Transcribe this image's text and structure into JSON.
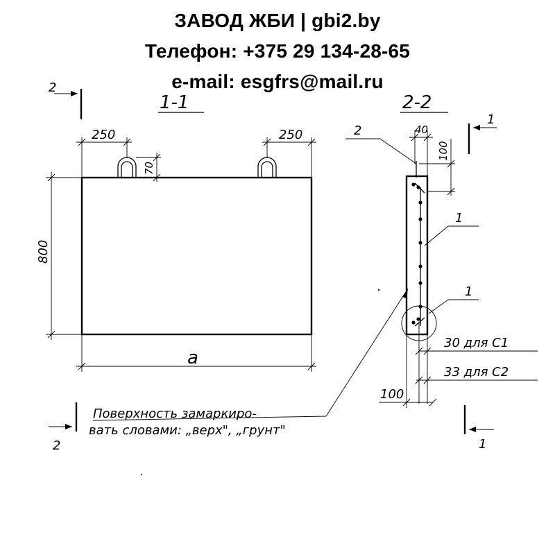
{
  "header": {
    "company": "ЗАВОД ЖБИ | gbi2.by",
    "phone": "Телефон: +375 29 134-28-65",
    "email": "e-mail: esgfrs@mail.ru"
  },
  "drawing": {
    "section_1_title": "1-1",
    "section_2_title": "2-2",
    "dim_loop_left": "250",
    "dim_loop_right": "250",
    "dim_loop_height": "70",
    "dim_height": "800",
    "dim_length": "a",
    "dim_thickness": "40",
    "dim_top_offset": "100",
    "dim_bottom_offset": "100",
    "cover_c1": "30 для С1",
    "cover_c2": "33 для С2",
    "callout_1": "1",
    "callout_1b": "1",
    "callout_2": "2",
    "cut_mark_2_top": "2",
    "cut_mark_2_bottom": "2",
    "cut_mark_1_top": "1",
    "cut_mark_1_bottom": "1",
    "note_line1": "Поверхность замаркиро-",
    "note_line2": "вать словами: „верх\", „грунт\""
  }
}
